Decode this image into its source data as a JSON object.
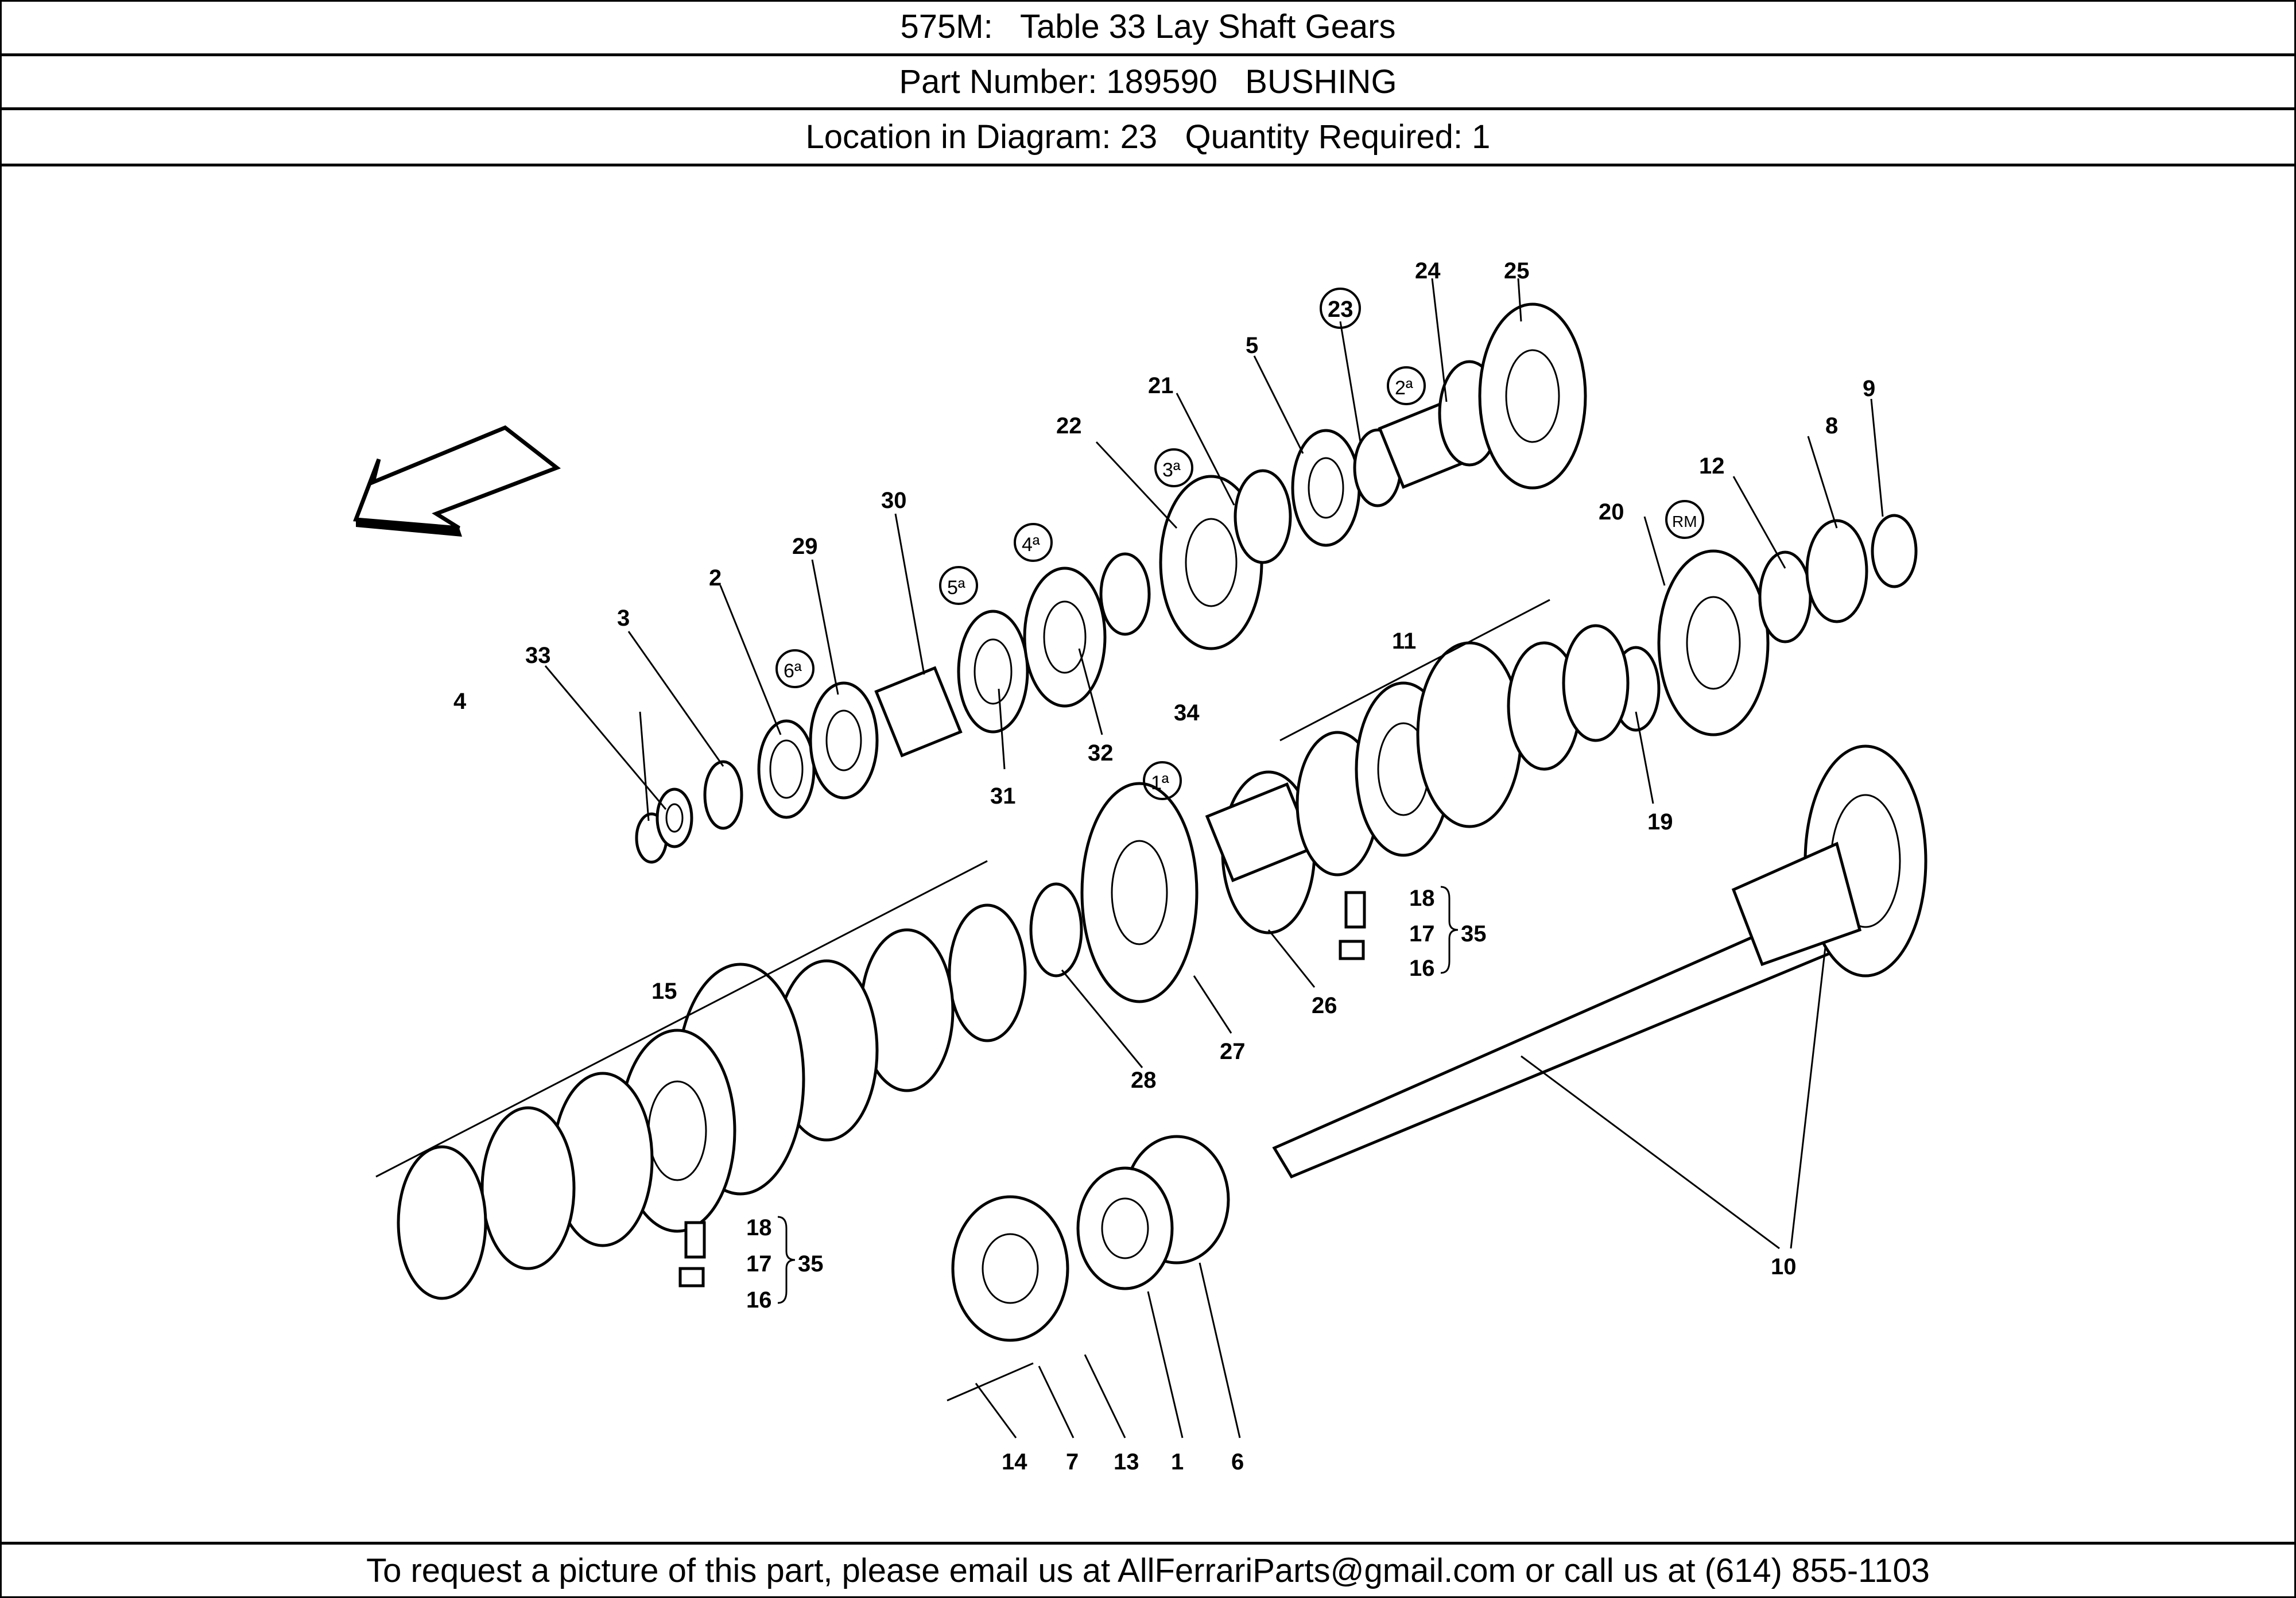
{
  "header": {
    "title": "575M:   Table 33 Lay Shaft Gears",
    "part": "Part Number: 189590   BUSHING",
    "location": "Location in Diagram: 23   Quantity Required: 1"
  },
  "footer": "To request a picture of this part, please email us at AllFerrariParts@gmail.com or call us at (614) 855-1103",
  "highlight_color": "#d22",
  "labels": {
    "l1": "1",
    "l2": "2",
    "l3": "3",
    "l4": "4",
    "l5": "5",
    "l6": "6",
    "l7": "7",
    "l8": "8",
    "l9": "9",
    "l10": "10",
    "l11": "11",
    "l12": "12",
    "l13": "13",
    "l14": "14",
    "l15": "15",
    "l16a": "16",
    "l16b": "16",
    "l17a": "17",
    "l17b": "17",
    "l18a": "18",
    "l18b": "18",
    "l19": "19",
    "l20": "20",
    "l21": "21",
    "l22": "22",
    "l23": "23",
    "l24": "24",
    "l25": "25",
    "l26": "26",
    "l27": "27",
    "l28": "28",
    "l29": "29",
    "l30": "30",
    "l31": "31",
    "l32": "32",
    "l33": "33",
    "l34": "34",
    "l35a": "35",
    "l35b": "35"
  },
  "gear_tags": {
    "g1": "1ª",
    "g2": "2ª",
    "g3": "3ª",
    "g4": "4ª",
    "g5": "5ª",
    "g6": "6ª",
    "grm": "RM"
  }
}
